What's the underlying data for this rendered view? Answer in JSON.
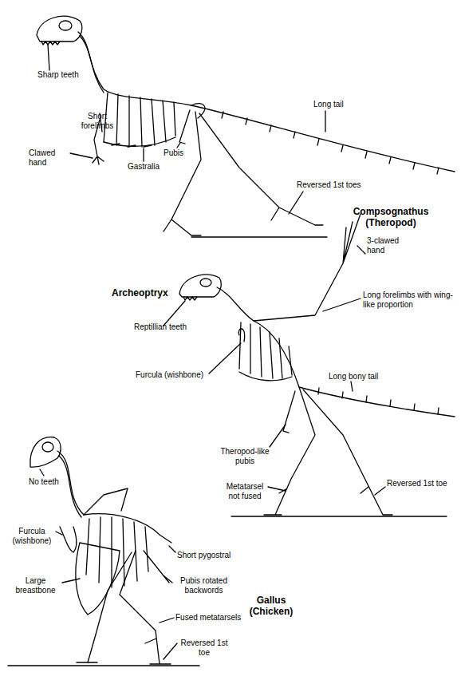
{
  "diagram": {
    "labels": [
      "Sharp teeth",
      "Long tail",
      "Short forelimbs",
      "Clawed hand",
      "Gastralia",
      "Pubis",
      "Reversed 1st toes",
      "Compsognathus (Theropod)",
      "3-clawed hand",
      "Archeoptryx",
      "Long forelimbs with wing-like proportion",
      "Reptillian teeth",
      "Furcula (wishbone)",
      "Long bony tail",
      "Theropod-like pubis",
      "Metatarsel not fused",
      "Reversed 1st toe",
      "No teeth",
      "Furcula (wishbone)",
      "Short pygostral",
      "Large breastbone",
      "Pubis rotated backwords",
      "Gallus (Chicken)",
      "Fused metatarsels",
      "Reversed 1st toe"
    ]
  }
}
